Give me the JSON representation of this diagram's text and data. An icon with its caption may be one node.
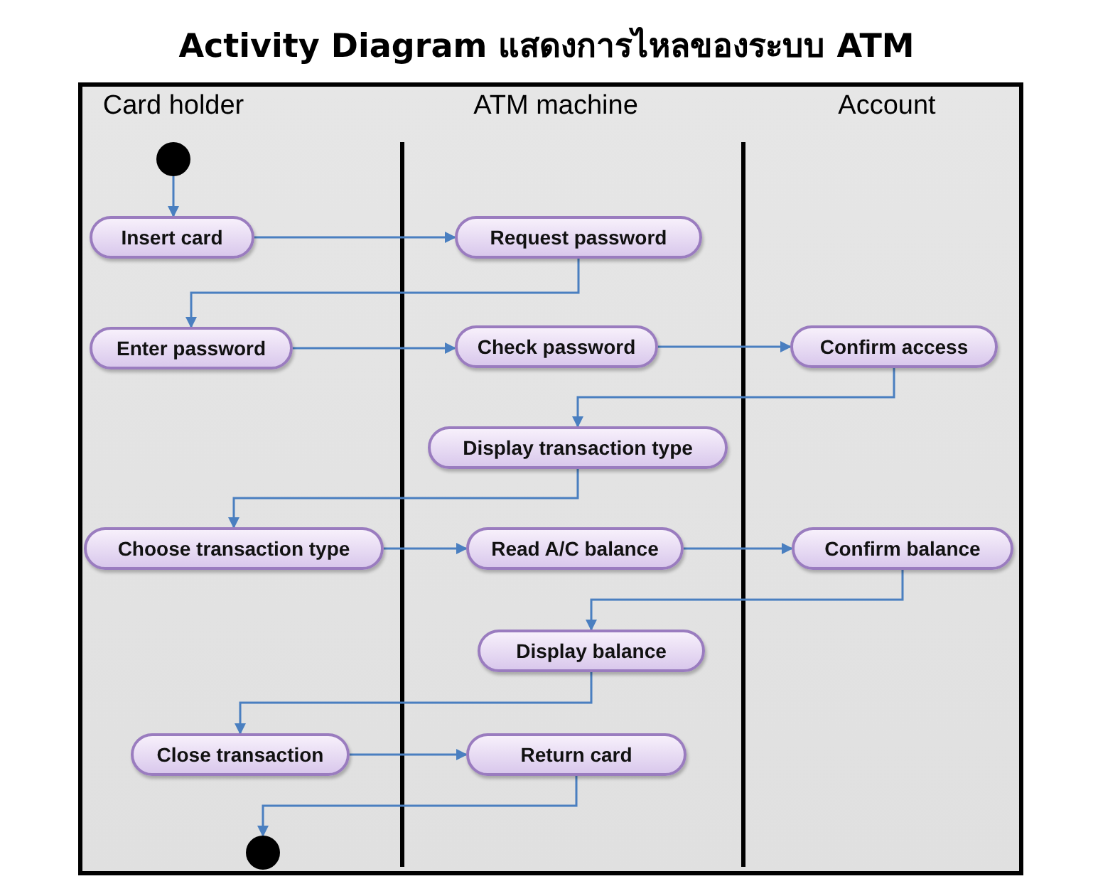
{
  "diagram": {
    "title": "Activity Diagram แสดงการไหลของระบบ ATM",
    "nodes": [
      {
        "text": [],
        "shape": "circle"
      },
      {
        "text": [
          "Insert card"
        ]
      },
      {
        "text": [
          "Request password"
        ]
      },
      {
        "text": [
          "Enter password"
        ]
      },
      {
        "text": [
          "Check password"
        ]
      },
      {
        "text": [
          "Confirm access"
        ]
      },
      {
        "text": [
          "Display transaction type"
        ]
      },
      {
        "text": [
          "Choose transaction type"
        ]
      },
      {
        "text": [
          "Read A/C balance"
        ]
      },
      {
        "text": [
          "Confirm balance"
        ]
      },
      {
        "text": [
          "Display balance"
        ]
      },
      {
        "text": [
          "Close transaction"
        ]
      },
      {
        "text": [
          "Return card"
        ]
      },
      {
        "text": [],
        "shape": "circle"
      }
    ],
    "edges": [
      {
        "from": 0,
        "to": 1,
        "arrow": "to"
      },
      {
        "from": 1,
        "to": 2,
        "arrow": "to"
      },
      {
        "from": 2,
        "to": 3,
        "arrow": "to"
      },
      {
        "from": 3,
        "to": 4,
        "arrow": "to"
      },
      {
        "from": 4,
        "to": 5,
        "arrow": "to"
      },
      {
        "from": 5,
        "to": 6,
        "arrow": "to"
      },
      {
        "from": 6,
        "to": 7,
        "arrow": "to"
      },
      {
        "from": 7,
        "to": 8,
        "arrow": "to"
      },
      {
        "from": 8,
        "to": 9,
        "arrow": "to"
      },
      {
        "from": 9,
        "to": 10,
        "arrow": "to"
      },
      {
        "from": 10,
        "to": 11,
        "arrow": "to"
      },
      {
        "from": 11,
        "to": 12,
        "arrow": "to"
      },
      {
        "from": 12,
        "to": 13,
        "arrow": "to"
      }
    ],
    "labels": [
      "Card holder",
      "ATM machine",
      "Account"
    ]
  }
}
